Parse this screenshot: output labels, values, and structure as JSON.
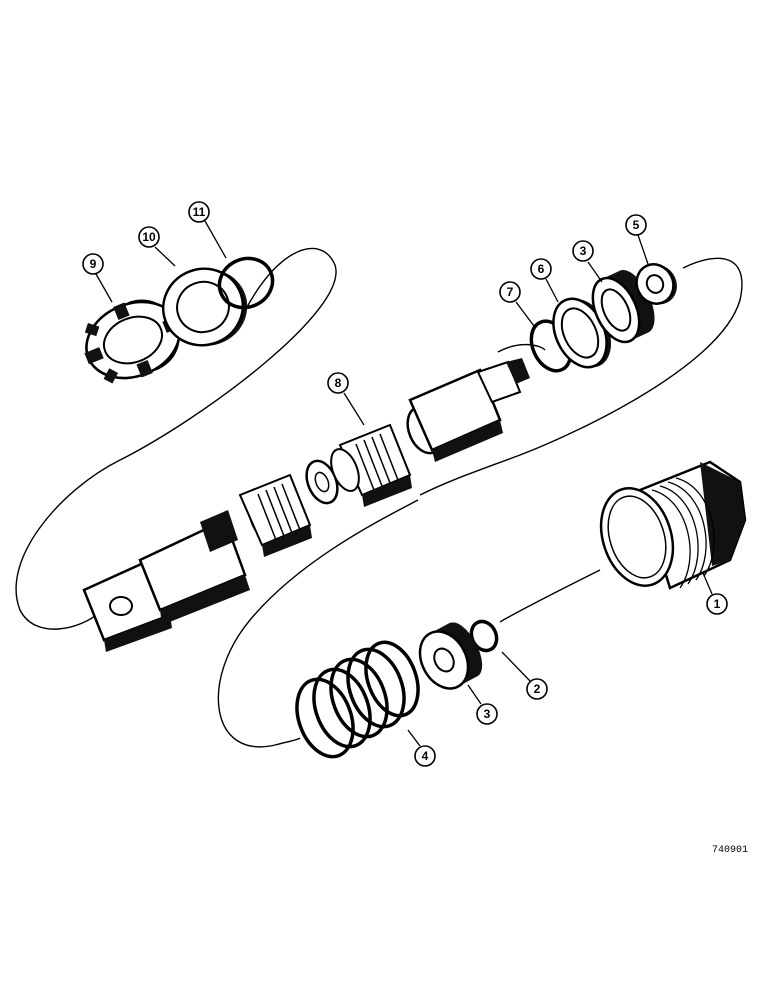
{
  "diagram": {
    "drawing_number": "740901",
    "callouts": {
      "c1": "1",
      "c2": "2",
      "c3a": "3",
      "c3b": "3",
      "c4": "4",
      "c5": "5",
      "c6": "6",
      "c7": "7",
      "c8": "8",
      "c9": "9",
      "c10": "10",
      "c11": "11"
    },
    "colors": {
      "ink": "#000000",
      "paper": "#ffffff",
      "shade": "#111111"
    }
  }
}
